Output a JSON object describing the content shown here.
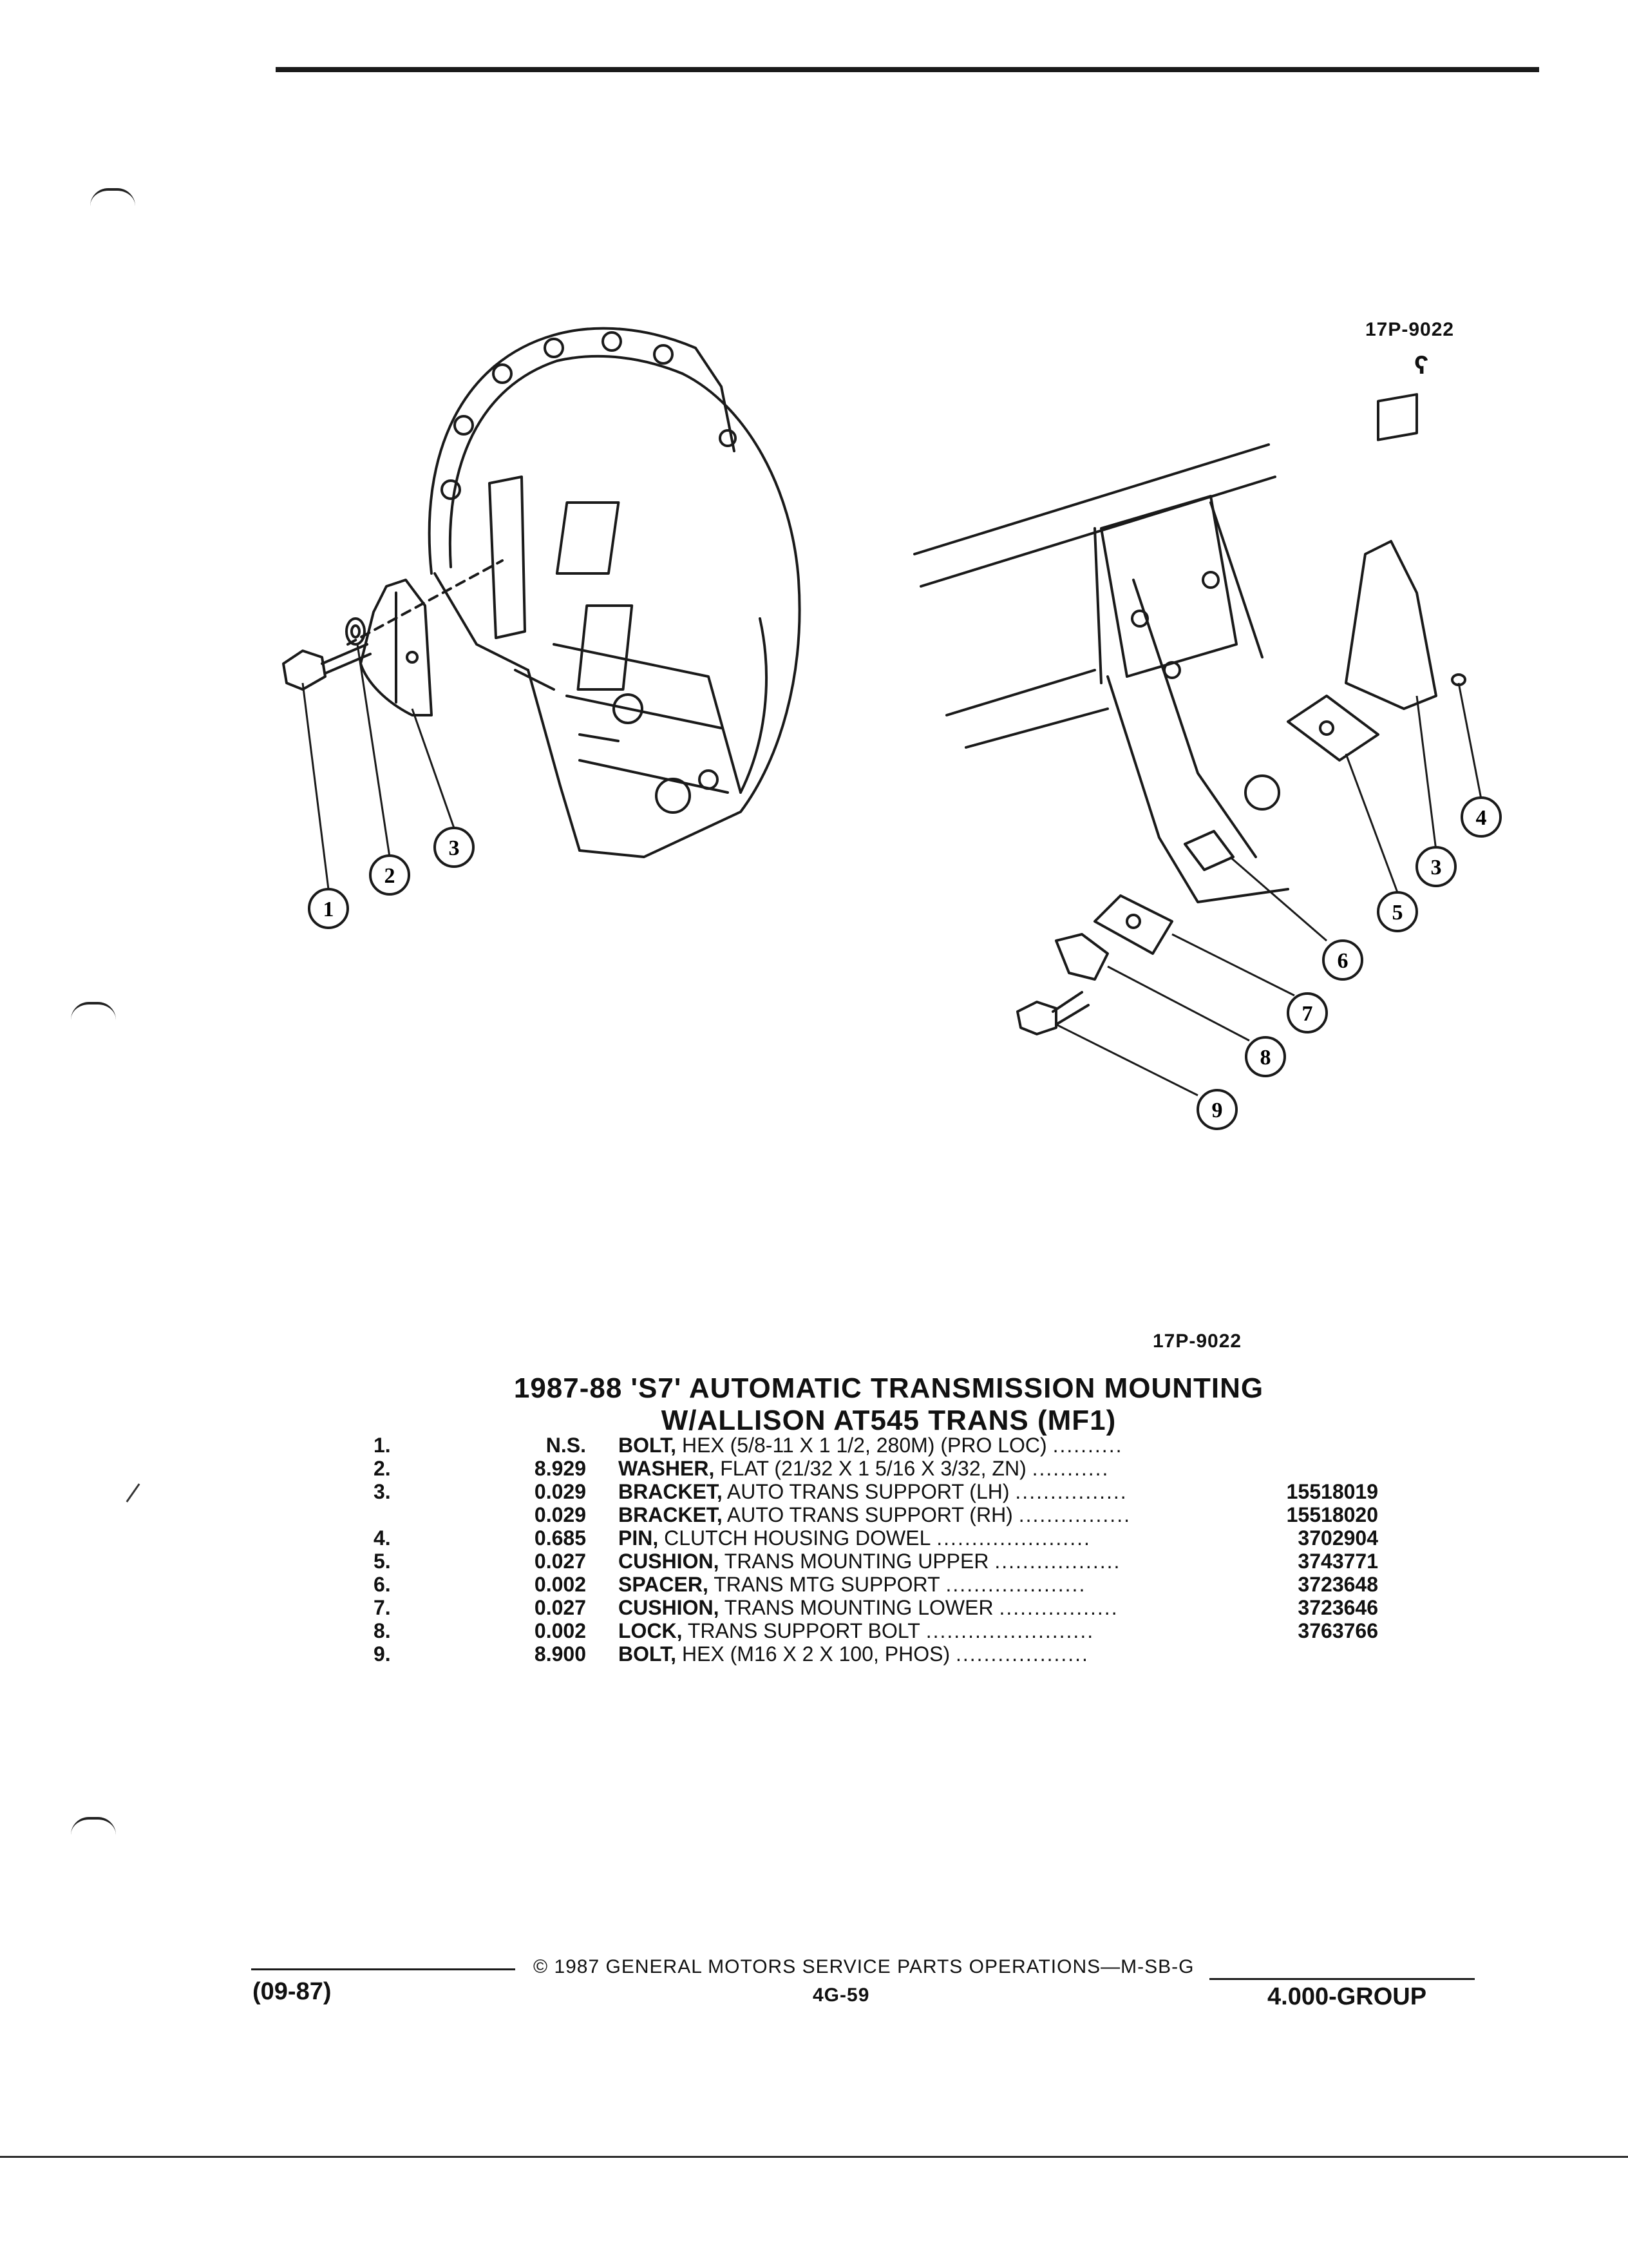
{
  "figure": {
    "code_top": "17P-9022",
    "code_bottom": "17P-9022",
    "logo": "ʕ"
  },
  "callouts": [
    "1",
    "2",
    "3",
    "3",
    "4",
    "5",
    "6",
    "7",
    "8",
    "9"
  ],
  "title": {
    "line1": "1987-88 'S7' AUTOMATIC TRANSMISSION MOUNTING",
    "line2": "W/ALLISON AT545 TRANS (MF1)"
  },
  "parts": [
    {
      "num": "1.",
      "code": "N.S.",
      "name": "BOLT,",
      "detail": " HEX (5/8-11 X 1 1/2, 280M) (PRO LOC)",
      "dots": "..........",
      "pn": ""
    },
    {
      "num": "2.",
      "code": "8.929",
      "name": "WASHER,",
      "detail": " FLAT (21/32 X 1 5/16 X 3/32, ZN)",
      "dots": "...........",
      "pn": ""
    },
    {
      "num": "3.",
      "code": "0.029",
      "name": "BRACKET,",
      "detail": " AUTO TRANS SUPPORT (LH)",
      "dots": "................",
      "pn": "15518019"
    },
    {
      "num": "",
      "code": "0.029",
      "name": "BRACKET,",
      "detail": " AUTO TRANS SUPPORT (RH)",
      "dots": "................",
      "pn": "15518020"
    },
    {
      "num": "4.",
      "code": "0.685",
      "name": "PIN,",
      "detail": " CLUTCH HOUSING DOWEL",
      "dots": "......................",
      "pn": "3702904"
    },
    {
      "num": "5.",
      "code": "0.027",
      "name": "CUSHION,",
      "detail": " TRANS MOUNTING UPPER",
      "dots": "..................",
      "pn": "3743771"
    },
    {
      "num": "6.",
      "code": "0.002",
      "name": "SPACER,",
      "detail": " TRANS MTG SUPPORT",
      "dots": "....................",
      "pn": "3723648"
    },
    {
      "num": "7.",
      "code": "0.027",
      "name": "CUSHION,",
      "detail": " TRANS MOUNTING LOWER",
      "dots": ".................",
      "pn": "3723646"
    },
    {
      "num": "8.",
      "code": "0.002",
      "name": "LOCK,",
      "detail": " TRANS SUPPORT BOLT",
      "dots": "........................",
      "pn": "3763766"
    },
    {
      "num": "9.",
      "code": "8.900",
      "name": "BOLT,",
      "detail": " HEX (M16 X 2 X 100, PHOS)",
      "dots": "...................",
      "pn": ""
    }
  ],
  "footer": {
    "date": "(09-87)",
    "copyright": "© 1987 GENERAL MOTORS SERVICE PARTS OPERATIONS—M-SB-G",
    "page": "4G-59",
    "group": "4.000-GROUP"
  }
}
